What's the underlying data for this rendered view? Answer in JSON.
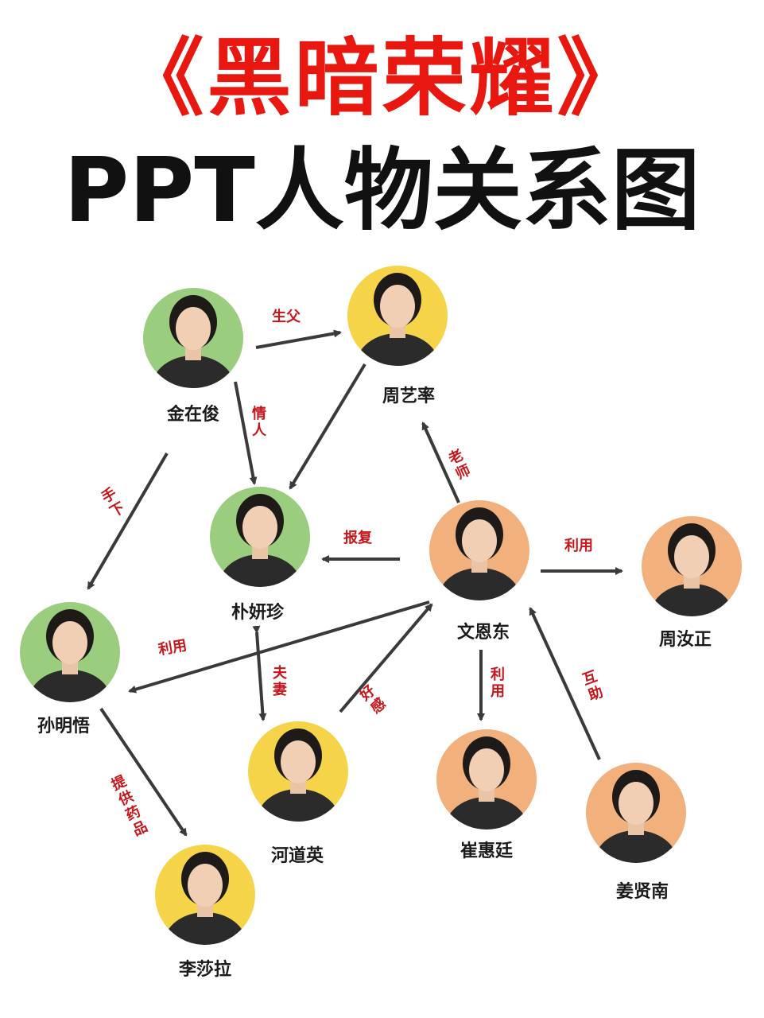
{
  "header": {
    "title": "《黑暗荣耀》",
    "subtitle": "PPT人物关系图"
  },
  "colors": {
    "title_red": "#e8170f",
    "label_red": "#c8151b",
    "arrow": "#3a3a3a",
    "green_bg": "#9acd7e",
    "yellow_bg": "#f6d44a",
    "orange_bg": "#f2b07c"
  },
  "characters": [
    {
      "id": "jinzaijun",
      "name": "金在俊",
      "bg": "green"
    },
    {
      "id": "zhouyilv",
      "name": "周艺率",
      "bg": "yellow"
    },
    {
      "id": "piaoyanzhen",
      "name": "朴妍珍",
      "bg": "green"
    },
    {
      "id": "wenendong",
      "name": "文恩东",
      "bg": "orange"
    },
    {
      "id": "zhouruzheng",
      "name": "周汝正",
      "bg": "orange"
    },
    {
      "id": "sunmingwu",
      "name": "孙明悟",
      "bg": "green"
    },
    {
      "id": "hedaoying",
      "name": "河道英",
      "bg": "yellow"
    },
    {
      "id": "cuihuiting",
      "name": "崔惠廷",
      "bg": "orange"
    },
    {
      "id": "jiangxiannan",
      "name": "姜贤南",
      "bg": "orange"
    },
    {
      "id": "lishala",
      "name": "李莎拉",
      "bg": "yellow"
    }
  ],
  "relations": [
    {
      "from": "jinzaijun",
      "to": "zhouyilv",
      "label": "生父"
    },
    {
      "from": "jinzaijun",
      "to": "piaoyanzhen",
      "label": "情人"
    },
    {
      "from": "zhouyilv",
      "to": "piaoyanzhen",
      "label": ""
    },
    {
      "from": "jinzaijun",
      "to": "sunmingwu",
      "label": "手下"
    },
    {
      "from": "wenendong",
      "to": "zhouyilv",
      "label": "老师"
    },
    {
      "from": "wenendong",
      "to": "piaoyanzhen",
      "label": "报复"
    },
    {
      "from": "wenendong",
      "to": "zhouruzheng",
      "label": "利用"
    },
    {
      "from": "wenendong",
      "to": "sunmingwu",
      "label": "利用"
    },
    {
      "from": "piaoyanzhen",
      "to": "hedaoying",
      "label": "夫妻"
    },
    {
      "from": "hedaoying",
      "to": "wenendong",
      "label": "好感"
    },
    {
      "from": "wenendong",
      "to": "cuihuiting",
      "label": "利用"
    },
    {
      "from": "jiangxiannan",
      "to": "wenendong",
      "label": "互助"
    },
    {
      "from": "sunmingwu",
      "to": "lishala",
      "label": "提供药品"
    }
  ]
}
